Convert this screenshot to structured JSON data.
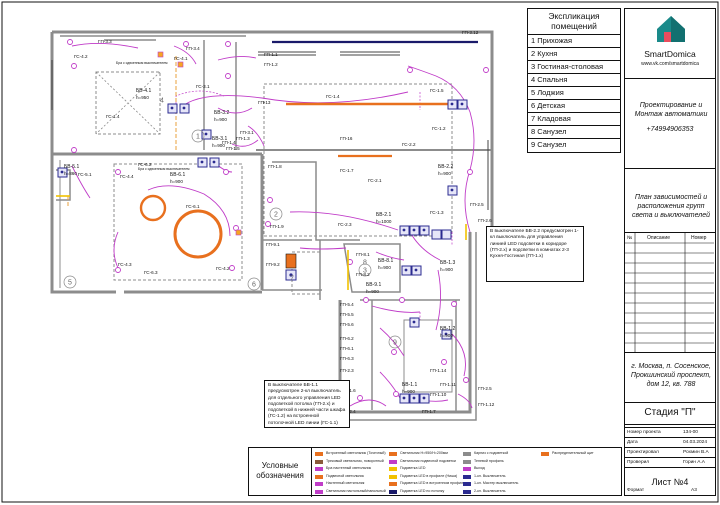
{
  "explication": {
    "title": "Экспликация помещений",
    "rooms": [
      "1 Прихожая",
      "2 Кухня",
      "3 Гостиная-столовая",
      "4 Спальня",
      "5 Лоджия",
      "6 Детская",
      "7 Кладовая",
      "8 Санузел",
      "9 Санузел"
    ]
  },
  "company": {
    "name": "SmartDomica",
    "website": "www.vk.com/smartdomica",
    "service": "Проектирование и Монтаж автоматики",
    "phone": "+74994906353"
  },
  "sheet": {
    "title": "План зависимостей и расположения групп света и выключателей",
    "columns": [
      "№",
      "Описание",
      "Номер"
    ],
    "address": "г. Москва, п. Сосенское, Прокшинский проспект, дом 12, кв. 788",
    "stage": "Стадия \"П\"",
    "meta": [
      {
        "label": "Номер проекта",
        "value": "134-00"
      },
      {
        "label": "Дата",
        "value": "04.03.2024"
      },
      {
        "label": "Проектировал",
        "value": "Рохмин В.А"
      },
      {
        "label": "Проверил",
        "value": "Горин А.А"
      }
    ],
    "sheet_no": "Лист №4",
    "sheet_label": "Формат",
    "sheet_format": "А3"
  },
  "legend": {
    "title": "Условные обозначения",
    "items": [
      "Встроенный светильник (Точечный)",
      "Трековый светильник, поворотный",
      "Бра настенный светильник",
      "Подвесной светильник",
      "Настенный светильник",
      "Светильник настольный/напольный",
      "Светильник Н=950/Н=200мм",
      "Светильник подвесной подсветки",
      "Подсветка LED",
      "Подсветка LED в профиле (Ниша)",
      "Подсветка LED в встроенном профиле",
      "Подсветка LED по потолку",
      "Карниз с подсветкой",
      "Теневой профиль",
      "Выход",
      "1-кл. Выключатель",
      "1-кл. Мастер выключатель",
      "2-кл. Выключатель",
      "Распределительный щит"
    ]
  },
  "notes": [
    "В выключателе БВ-2.2 предусмотрен 1-кл выключатель для управления линией LED подсветки в коридоре (ГП-2.х) и подсветки в комнатах 2-3 Кухня-Гостиная (ГП-1.х)",
    "В выключателе БВ-1.1 предусмотрен 2-кл выключатель для отдельного управления LED подсветкой потолка (ГП-2.х) и подсветкой в нижней части шкафа (ГС-1.2) на встроенной потолочной LED линии (ГС-1.1)"
  ],
  "room_numbers": [
    "1",
    "2",
    "3",
    "4",
    "5",
    "6",
    "7",
    "8",
    "9"
  ],
  "labels": {
    "gp": [
      "ГП-3.3",
      "ГП-3.4",
      "ГП-1.1",
      "ГП-1.2",
      "ГП-3.12",
      "ГП-13",
      "ГП-3.1",
      "ГП-16",
      "ГП-1.3",
      "ГП-1.5",
      "ГП-1.4",
      "ГП-1.8",
      "ГП-1.9",
      "ГП-2.5",
      "ГП-2.6",
      "ГП-9.1",
      "ГП-9.2",
      "ГП-8.1",
      "ГП-8.2",
      "ГП-5.4",
      "ГП-5.5",
      "ГП-5.6",
      "ГП-6.2",
      "ГП-6.1",
      "ГП-6.3",
      "ГП-2.3",
      "ГП-1.6",
      "ГП-2.4",
      "ГП-1.7",
      "ГП-1.11",
      "ГП-2.5",
      "ГП-1.12",
      "ГП-1.14",
      "ГП-1.10"
    ],
    "gs": [
      "ГС-4.2",
      "ГС-4.1",
      "ГС-1.4",
      "ГС-3.1",
      "ГС-1.4",
      "ГС-2.2",
      "ГС-1.7",
      "ГС-2.1",
      "ГС-5.1",
      "ГС-6.2",
      "ГС-6.1",
      "ГС-4.4",
      "ГС-4.3",
      "ГС-6.3",
      "ГС-4.2",
      "ГС-2.3",
      "ГС-1.5",
      "ГС-1.2",
      "ГС-1.3"
    ],
    "bv": [
      "БВ-4.1",
      "БВ-3.2",
      "БВ-3.1",
      "БВ-6.1",
      "БВ-5.1",
      "БВ-2.2",
      "БВ-2.1",
      "БВ-8.1",
      "БВ-9.1",
      "БВ-1.3",
      "БВ-1.2",
      "БВ-1.1"
    ],
    "heights": [
      "h=950",
      "h=900",
      "h=900",
      "h=900",
      "h=860",
      "h=900",
      "h=1000",
      "h=900",
      "h=900",
      "h=900",
      "h=900",
      "h=900"
    ],
    "small": [
      "Бра с сдвоенным выключателем",
      "Бра с сдвоенным выключателем"
    ]
  },
  "colors": {
    "wall": "#8c8c8c",
    "wire": "#c03cc8",
    "accent": "#e8701e",
    "switch": "#2b2b90",
    "track": "#1a1a6a",
    "brand": "#1a8a8a"
  }
}
